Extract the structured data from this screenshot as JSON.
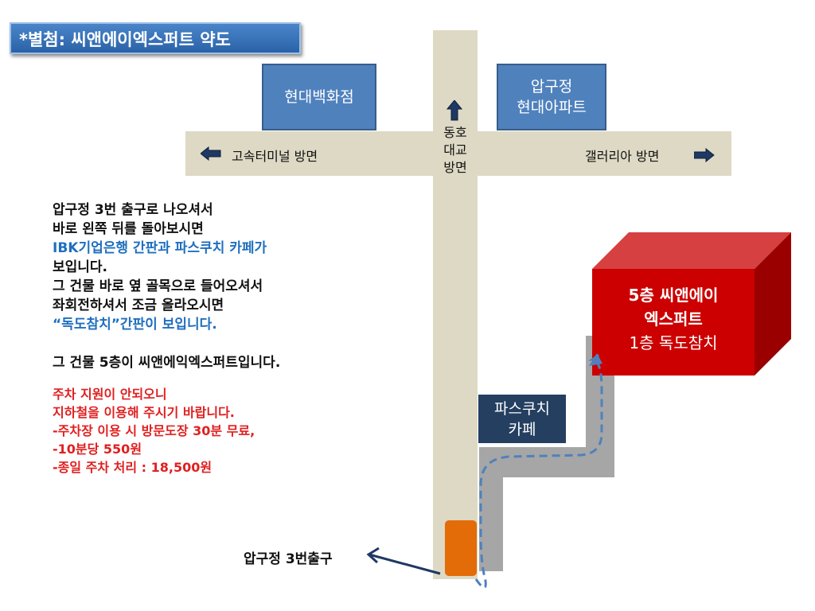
{
  "title": "*별첨: 씨앤에이엑스퍼트 약도",
  "landmarks": {
    "hyundai_dept": "현대백화점",
    "apgujeong_apt_line1": "압구정",
    "apgujeong_apt_line2": "현대아파트",
    "pascucci_line1": "파스쿠치",
    "pascucci_line2": "카페"
  },
  "directions": {
    "west": "고속터미널 방면",
    "east": "갤러리아 방면",
    "north_line1": "동호",
    "north_line2": "대교",
    "north_line3": "방면"
  },
  "building": {
    "line1": "5층 씨앤에이",
    "line2": "엑스퍼트",
    "line3": "1층 독도참치"
  },
  "exit_label": "압구정 3번출구",
  "description": {
    "l1": "압구정 3번 출구로 나오셔서",
    "l2": "바로 왼쪽 뒤를 돌아보시면",
    "l3": "IBK기업은행 간판과 파스쿠치 카페가",
    "l4": "보입니다.",
    "l5": "그 건물 바로 옆 골목으로 들어오셔서",
    "l6": "좌회전하셔서 조금 올라오시면",
    "l7": "“독도참치”간판이 보입니다.",
    "l8": "그 건물 5층이 씨앤에익엑스퍼트입니다.",
    "parking1": "주차 지원이 안되오니",
    "parking2": "지하철을 이용해 주시기 바랍니다.",
    "parking3": "-주차장 이용 시 방문도장 30분 무료,",
    "parking4": "-10분당 550원",
    "parking5": "-종일 주차 처리 : 18,500원"
  },
  "colors": {
    "road": "#ddd9c4",
    "landmark_blue": "#4f81bd",
    "cafe_navy": "#243f60",
    "building_red": "#cc0000",
    "exit_orange": "#e36c09",
    "path_dash": "#4f81bd",
    "alley_gray": "#a6a6a6"
  }
}
